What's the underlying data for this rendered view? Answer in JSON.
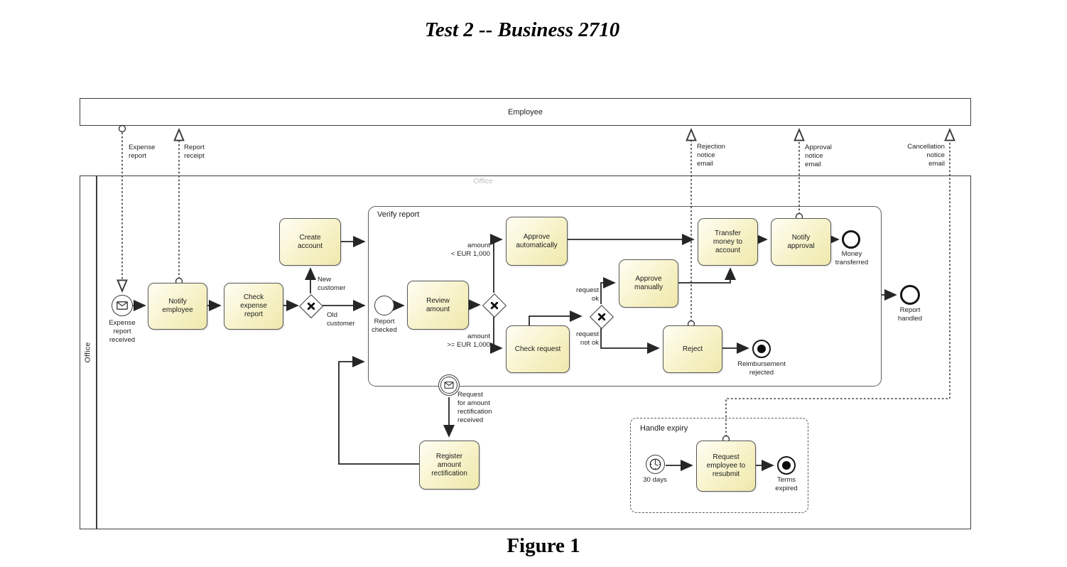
{
  "document": {
    "title": "Test 2 -- Business 2710",
    "caption": "Figure 1"
  },
  "pools": {
    "employee": {
      "label": "Employee"
    },
    "office": {
      "label": "Office",
      "watermark": "Office"
    }
  },
  "subprocesses": {
    "verify_report": {
      "label": "Verify report"
    },
    "handle_expiry": {
      "label": "Handle expiry"
    }
  },
  "tasks": {
    "notify_employee": "Notify\nemployee",
    "check_expense_report": "Check\nexpense\nreport",
    "create_account": "Create\naccount",
    "review_amount": "Review\namount",
    "approve_automatically": "Approve\nautomatically",
    "check_request": "Check request",
    "approve_manually": "Approve\nmanually",
    "reject": "Reject",
    "transfer_money": "Transfer\nmoney to\naccount",
    "notify_approval": "Notify\napproval",
    "register_rectification": "Register\namount\nrectification",
    "request_resubmit": "Request\nemployee to\nresubmit"
  },
  "events": {
    "expense_report_received": "Expense\nreport\nreceived",
    "report_checked": "Report\nchecked",
    "money_transferred": "Money\ntransferred",
    "reimbursement_rejected": "Reimbursement\nrejected",
    "report_handled": "Report\nhandled",
    "rectification_received": "Request\nfor amount\nrectification\nreceived",
    "timer_30_days": "30 days",
    "terms_expired": "Terms\nexpired"
  },
  "flow_labels": {
    "new_customer": "New\ncustomer",
    "old_customer": "Old\ncustomer",
    "amount_lt": "amount\n< EUR 1,000",
    "amount_gte": "amount\n>= EUR 1,000",
    "request_ok": "request\nok",
    "request_not_ok": "request\nnot ok"
  },
  "message_labels": {
    "expense_report": "Expense\nreport",
    "report_receipt": "Report\nreceipt",
    "rejection_notice": "Rejection\nnotice\nemail",
    "approval_notice": "Approval\nnotice\nemail",
    "cancellation_notice": "Cancellation\nnotice\nemail"
  },
  "colors": {
    "task_fill": "#f3edb8",
    "task_border": "#575757",
    "line": "#262626"
  }
}
